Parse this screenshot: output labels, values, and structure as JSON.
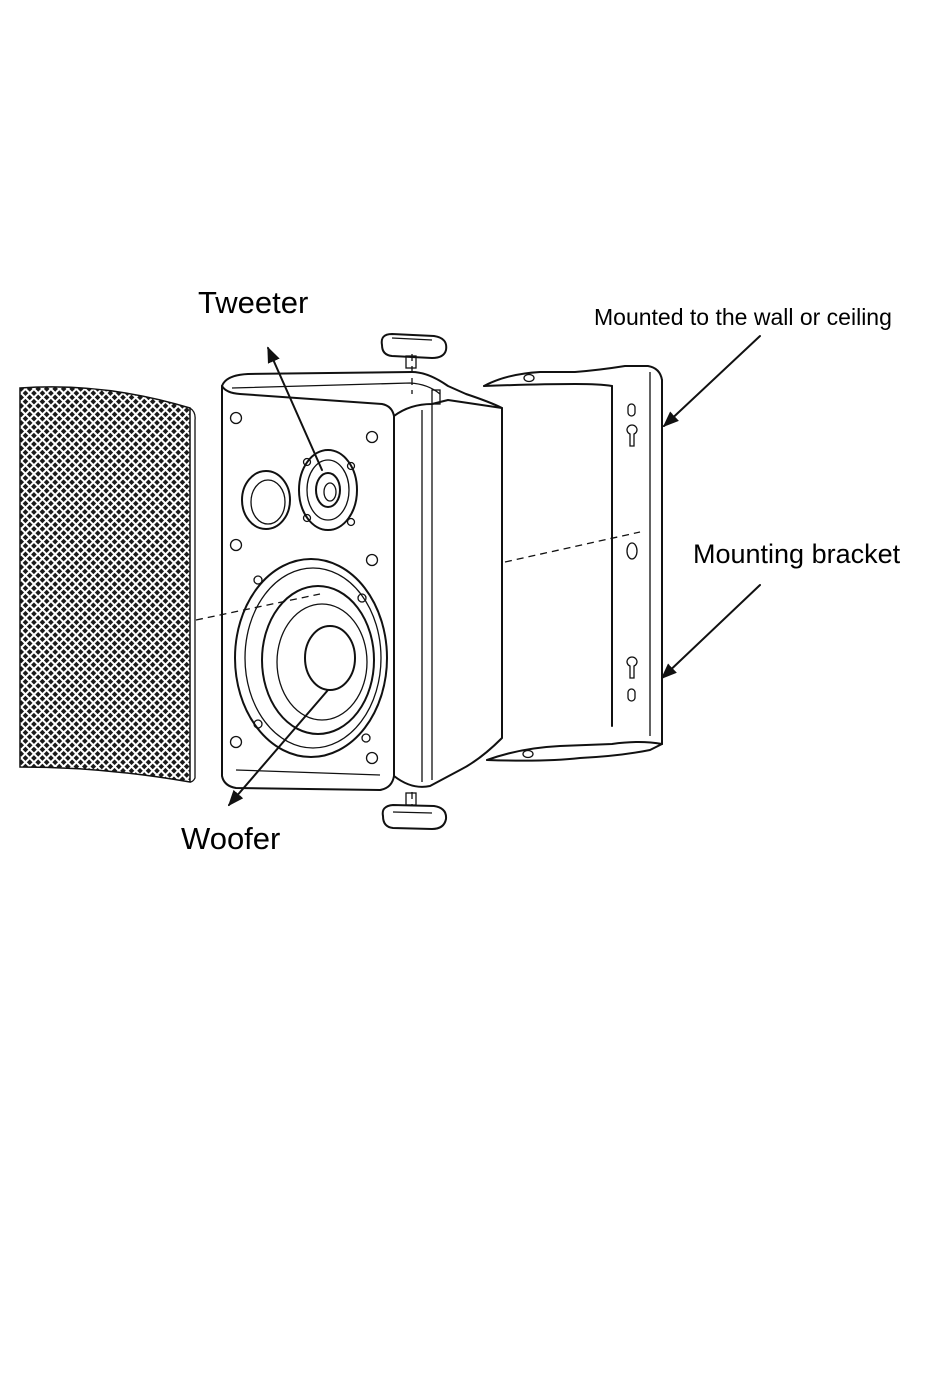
{
  "labels": {
    "tweeter": "Tweeter",
    "mounted": "Mounted to the wall or ceiling",
    "mounting_bracket": "Mounting bracket",
    "woofer": "Woofer"
  },
  "colors": {
    "line": "#111111",
    "background": "#ffffff"
  }
}
